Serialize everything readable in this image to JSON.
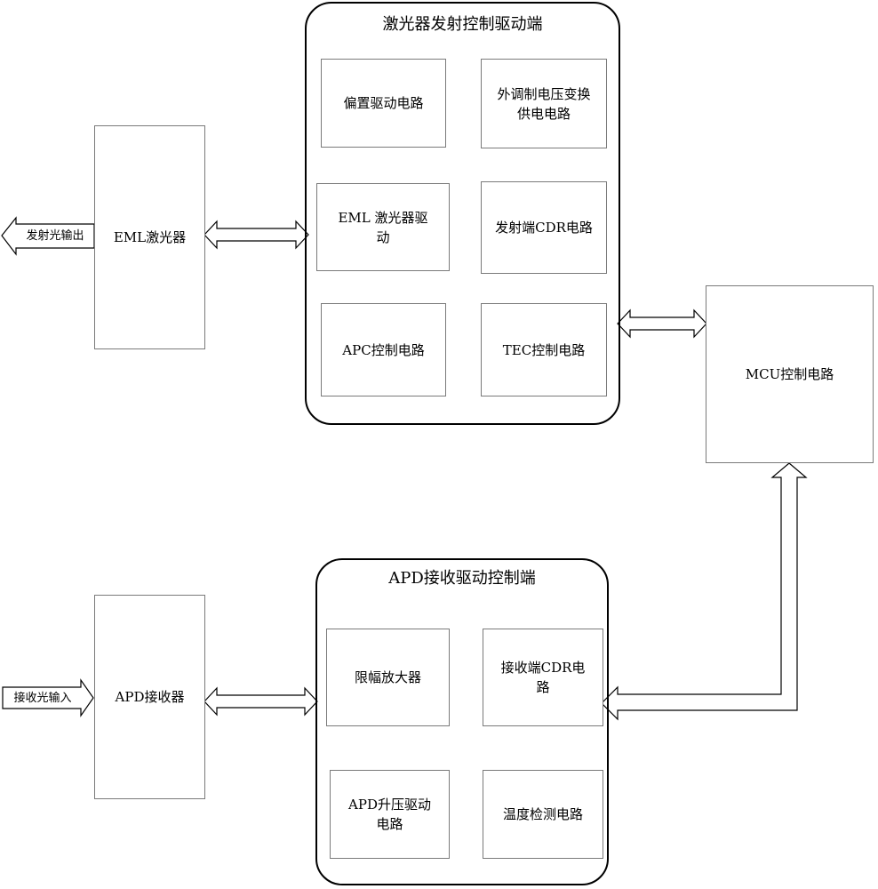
{
  "transmit": {
    "title": "激光器发射控制驱动端",
    "cells": {
      "bias": "偏置驱动电路",
      "ext_mod": "外调制电压变换\n供电电路",
      "eml_drive": "EML  激光器驱\n动",
      "tx_cdr": "发射端CDR电路",
      "apc": "APC控制电路",
      "tec": "TEC控制电路"
    }
  },
  "receive": {
    "title": "APD接收驱动控制端",
    "cells": {
      "limiting_amp": "限幅放大器",
      "rx_cdr": "接收端CDR电\n路",
      "apd_boost": "APD升压驱动\n电路",
      "temp_detect": "温度检测电路"
    }
  },
  "eml_laser": "EML激光器",
  "apd_receiver": "APD接收器",
  "mcu": "MCU控制电路",
  "light_out": "发射光输出",
  "light_in": "接收光输入"
}
